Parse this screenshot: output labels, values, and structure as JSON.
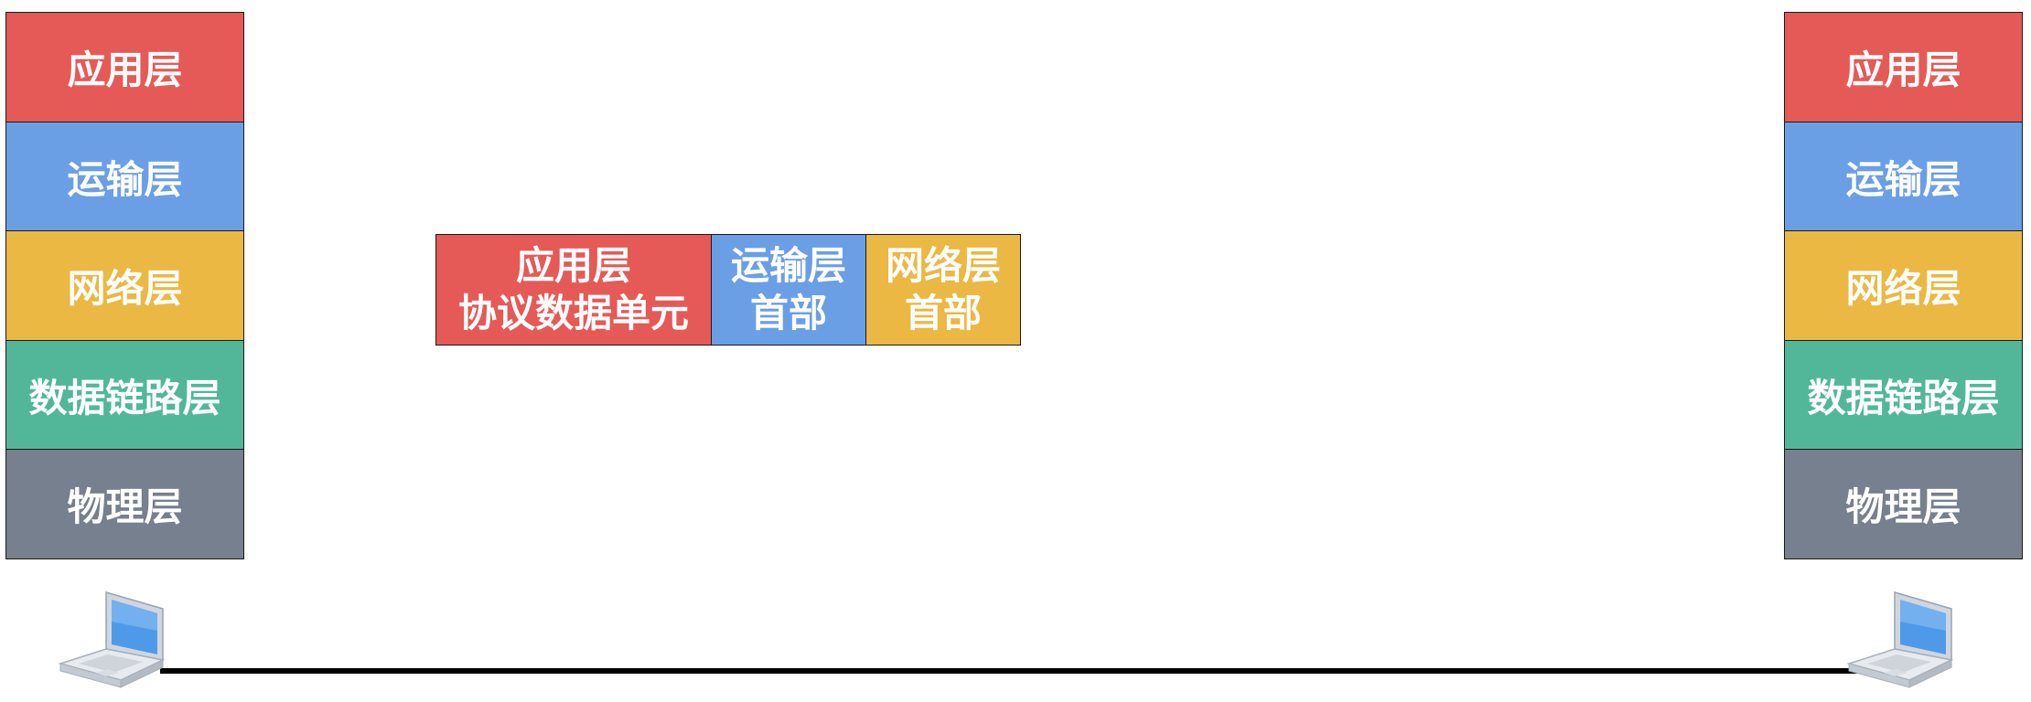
{
  "left_stack": {
    "layers": [
      {
        "label": "应用层",
        "color": "#e55a56"
      },
      {
        "label": "运输层",
        "color": "#6b9fe5"
      },
      {
        "label": "网络层",
        "color": "#ebb843"
      },
      {
        "label": "数据链路层",
        "color": "#52b799"
      },
      {
        "label": "物理层",
        "color": "#76808e"
      }
    ]
  },
  "right_stack": {
    "layers": [
      {
        "label": "应用层",
        "color": "#e55a56"
      },
      {
        "label": "运输层",
        "color": "#6b9fe5"
      },
      {
        "label": "网络层",
        "color": "#ebb843"
      },
      {
        "label": "数据链路层",
        "color": "#52b799"
      },
      {
        "label": "物理层",
        "color": "#76808e"
      }
    ]
  },
  "packet": {
    "app_pdu": {
      "line1": "应用层",
      "line2": "协议数据单元",
      "color": "#e55a56"
    },
    "transport_header": {
      "line1": "运输层",
      "line2": "首部",
      "color": "#6b9fe5"
    },
    "network_header": {
      "line1": "网络层",
      "line2": "首部",
      "color": "#ebb843"
    }
  },
  "hosts": {
    "left": {
      "icon": "laptop-icon"
    },
    "right": {
      "icon": "laptop-icon"
    }
  }
}
